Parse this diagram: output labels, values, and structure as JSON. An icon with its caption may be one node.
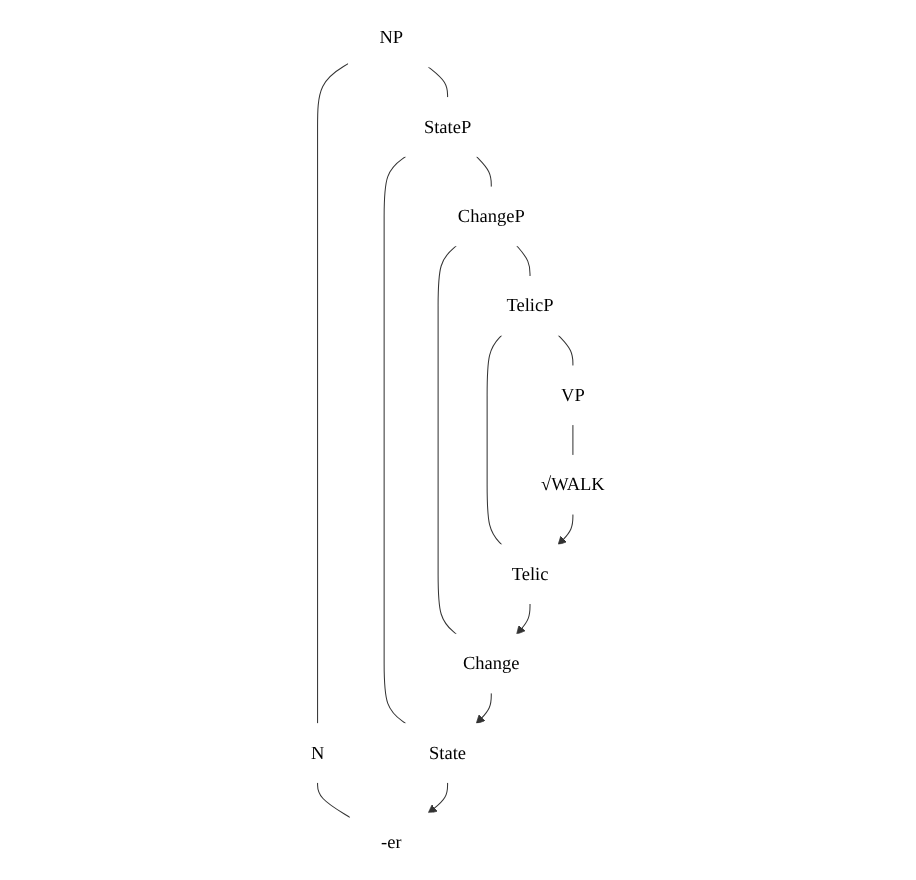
{
  "diagram": {
    "nodes": [
      {
        "text": [
          "NP"
        ]
      },
      {
        "text": [
          "N"
        ]
      },
      {
        "text": [
          "StateP"
        ]
      },
      {
        "text": [
          "-er"
        ]
      },
      {
        "text": [
          "State"
        ]
      },
      {
        "text": [
          "ChangeP"
        ]
      },
      {
        "text": [
          "Change"
        ]
      },
      {
        "text": [
          "TelicP"
        ]
      },
      {
        "text": [
          "Telic"
        ]
      },
      {
        "text": [
          "VP"
        ]
      },
      {
        "text": [
          "√WALK"
        ]
      }
    ],
    "edges": [
      {
        "from": 0,
        "to": 1,
        "arrow": "none"
      },
      {
        "from": 0,
        "to": 2,
        "arrow": "none"
      },
      {
        "from": 1,
        "to": 3,
        "arrow": "none"
      },
      {
        "from": 2,
        "to": 4,
        "arrow": "none"
      },
      {
        "from": 2,
        "to": 5,
        "arrow": "none"
      },
      {
        "from": 5,
        "to": 6,
        "arrow": "none"
      },
      {
        "from": 5,
        "to": 7,
        "arrow": "none"
      },
      {
        "from": 7,
        "to": 8,
        "arrow": "none"
      },
      {
        "from": 7,
        "to": 9,
        "arrow": "none"
      },
      {
        "from": 9,
        "to": 10,
        "arrow": "none"
      },
      {
        "from": 10,
        "to": 8,
        "arrow": "to"
      },
      {
        "from": 8,
        "to": 6,
        "arrow": "to"
      },
      {
        "from": 6,
        "to": 4,
        "arrow": "to"
      },
      {
        "from": 4,
        "to": 3,
        "arrow": "to"
      }
    ]
  }
}
